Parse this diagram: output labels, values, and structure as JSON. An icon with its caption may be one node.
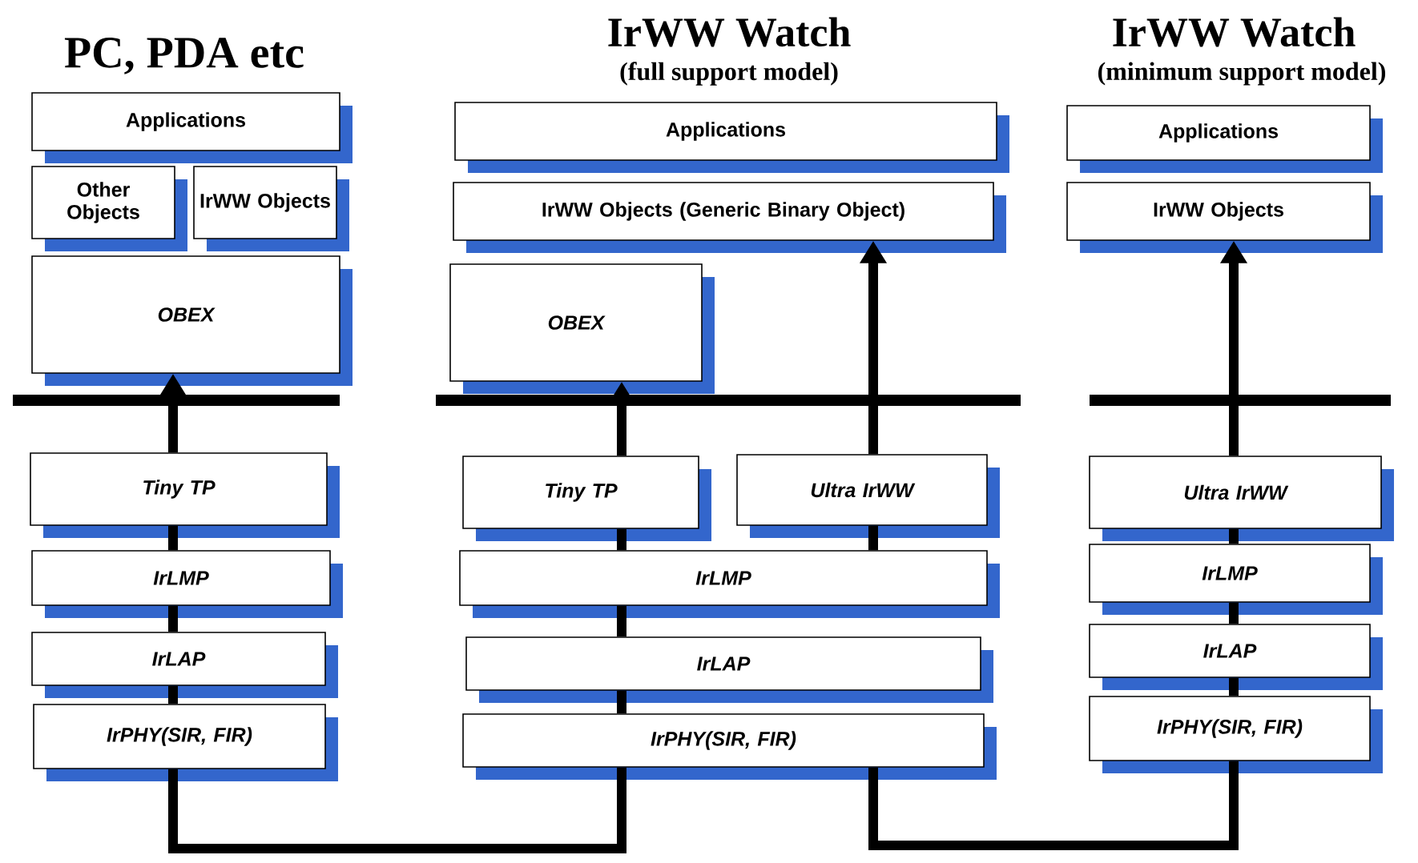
{
  "diagram": {
    "nodes": [
      {
        "text": [
          "Applications"
        ]
      },
      {
        "text": [
          "Other Objects"
        ]
      },
      {
        "text": [
          "IrWW Objects"
        ]
      },
      {
        "text": [
          "OBEX"
        ]
      },
      {
        "text": [
          "Tiny TP"
        ]
      },
      {
        "text": [
          "IrLMP"
        ]
      },
      {
        "text": [
          "IrLAP"
        ]
      },
      {
        "text": [
          "IrPHY(SIR, FIR)"
        ]
      },
      {
        "text": [
          "Applications"
        ]
      },
      {
        "text": [
          "IrWW Objects (Generic Binary Object)"
        ]
      },
      {
        "text": [
          "OBEX"
        ]
      },
      {
        "text": [
          "Tiny TP"
        ]
      },
      {
        "text": [
          "Ultra IrWW"
        ]
      },
      {
        "text": [
          "IrLMP"
        ]
      },
      {
        "text": [
          "IrLAP"
        ]
      },
      {
        "text": [
          "IrPHY(SIR, FIR)"
        ]
      },
      {
        "text": [
          "Applications"
        ]
      },
      {
        "text": [
          "IrWW Objects"
        ]
      },
      {
        "text": [
          "Ultra IrWW"
        ]
      },
      {
        "text": [
          "IrLMP"
        ]
      },
      {
        "text": [
          "IrLAP"
        ]
      },
      {
        "text": [
          "IrPHY(SIR, FIR)"
        ]
      }
    ],
    "edges": [
      {
        "from": 4,
        "to": 3,
        "arrow": "to"
      },
      {
        "from": 11,
        "to": 10,
        "arrow": "to"
      },
      {
        "from": 12,
        "to": 9,
        "arrow": "to"
      },
      {
        "from": 18,
        "to": 17,
        "arrow": "to"
      },
      {
        "from": 7,
        "to": 15,
        "arrow": "none"
      },
      {
        "from": 15,
        "to": 21,
        "arrow": "none"
      },
      {
        "from": 4,
        "to": 5,
        "arrow": "none"
      },
      {
        "from": 5,
        "to": 6,
        "arrow": "none"
      },
      {
        "from": 6,
        "to": 7,
        "arrow": "none"
      },
      {
        "from": 11,
        "to": 13,
        "arrow": "none"
      },
      {
        "from": 12,
        "to": 13,
        "arrow": "none"
      },
      {
        "from": 13,
        "to": 14,
        "arrow": "none"
      },
      {
        "from": 14,
        "to": 15,
        "arrow": "none"
      },
      {
        "from": 18,
        "to": 19,
        "arrow": "none"
      },
      {
        "from": 19,
        "to": 20,
        "arrow": "none"
      },
      {
        "from": 20,
        "to": 21,
        "arrow": "none"
      }
    ],
    "labels": [
      "PC, PDA etc",
      "IrWW Watch",
      "(full support model)",
      "IrWW Watch",
      "(minimum support model)"
    ]
  }
}
